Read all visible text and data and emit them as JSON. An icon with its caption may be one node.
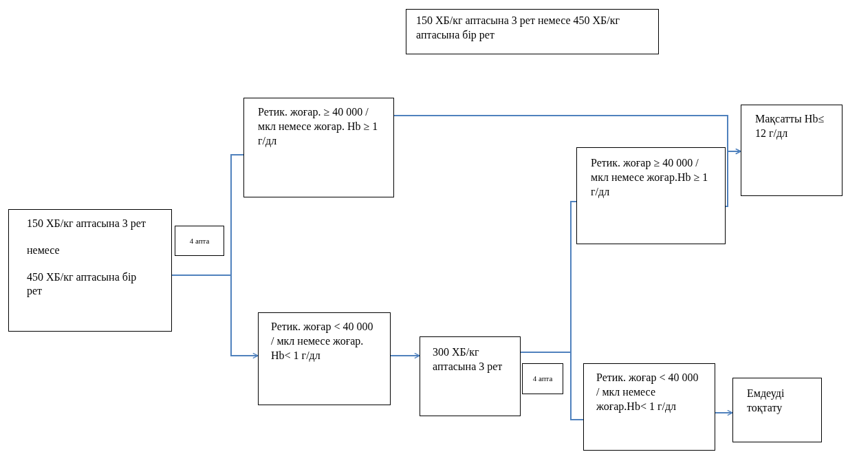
{
  "diagram": {
    "nodes": [
      {
        "text": [
          "150 ХБ/кг  аптасына 3 рет немесе 450 ХБ/кг аптасына бір рет"
        ]
      },
      {
        "text": [
          "150 ХБ/кг  аптасына 3 рет",
          "немесе",
          "450 ХБ/кг аптасына бір рет"
        ]
      },
      {
        "text": [
          "4 апта"
        ]
      },
      {
        "text": [
          "Ретик. жоғар. ≥ 40 000 / мкл немесе жоғар. Hb ≥ 1 г/дл"
        ]
      },
      {
        "text": [
          "Ретик. жоғар  < 40 000 / мкл немесе жоғар. Hb< 1 г/дл"
        ]
      },
      {
        "text": [
          "300  ХБ/кг аптасына  3 рет"
        ]
      },
      {
        "text": [
          "4 апта"
        ]
      },
      {
        "text": [
          "Ретик. жоғар ≥ 40 000 / мкл немесе жоғар.Hb ≥ 1 г/дл"
        ]
      },
      {
        "text": [
          "Ретик. жоғар < 40 000 / мкл немесе жоғар.Hb< 1 г/дл"
        ]
      },
      {
        "text": [
          "Мақсатты Hb≤ 12 г/дл"
        ]
      },
      {
        "text": [
          "Емдеуді тоқтату"
        ]
      }
    ],
    "edges": [
      {
        "from": 1,
        "to": 3,
        "arrow": "none"
      },
      {
        "from": 1,
        "to": 4,
        "arrow": "to"
      },
      {
        "from": 3,
        "to": 9,
        "arrow": "to"
      },
      {
        "from": 4,
        "to": 5,
        "arrow": "to"
      },
      {
        "from": 5,
        "to": 7,
        "arrow": "none"
      },
      {
        "from": 5,
        "to": 8,
        "arrow": "none"
      },
      {
        "from": 7,
        "to": 9,
        "arrow": "to"
      },
      {
        "from": 8,
        "to": 10,
        "arrow": "to"
      }
    ]
  }
}
